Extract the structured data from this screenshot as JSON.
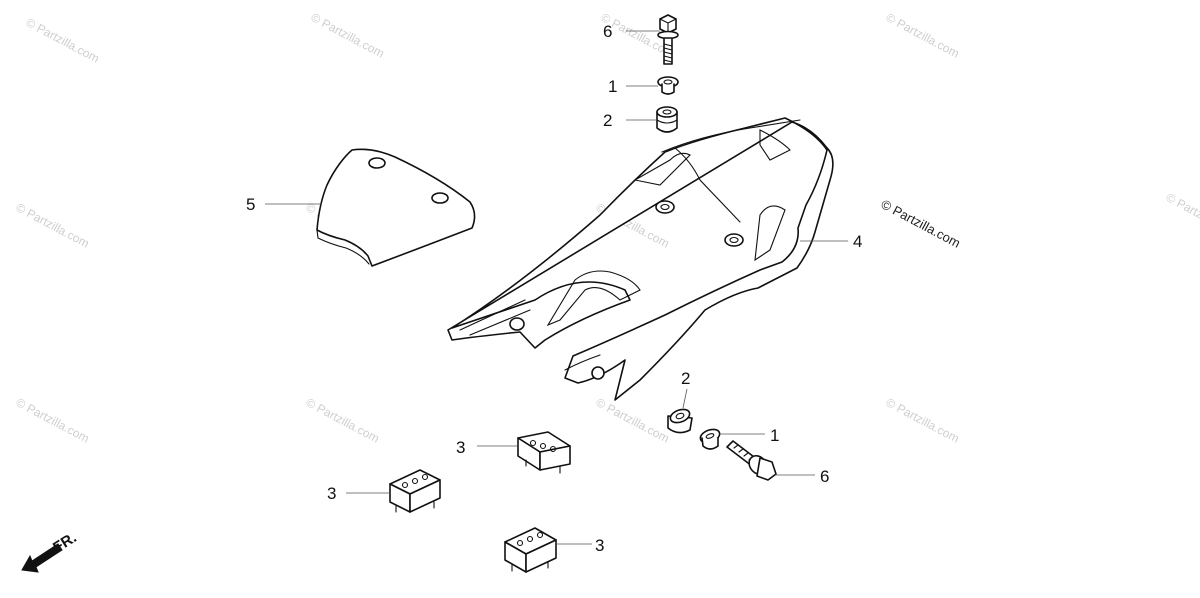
{
  "copyright_notice": "© Partzilla.com",
  "watermark_text": "© Partzilla.com",
  "front_indicator": "FR.",
  "callouts": {
    "bolt_top": "6",
    "collar_top": "1",
    "rubber_top": "2",
    "seat_pad": "5",
    "rear_cowl": "4",
    "rubber_bottom": "2",
    "collar_bottom": "1",
    "bolt_bottom": "6",
    "block_a": "3",
    "block_b": "3",
    "block_c": "3"
  },
  "colors": {
    "line": "#111111",
    "watermark": "#cfcfcf",
    "background": "#ffffff"
  }
}
